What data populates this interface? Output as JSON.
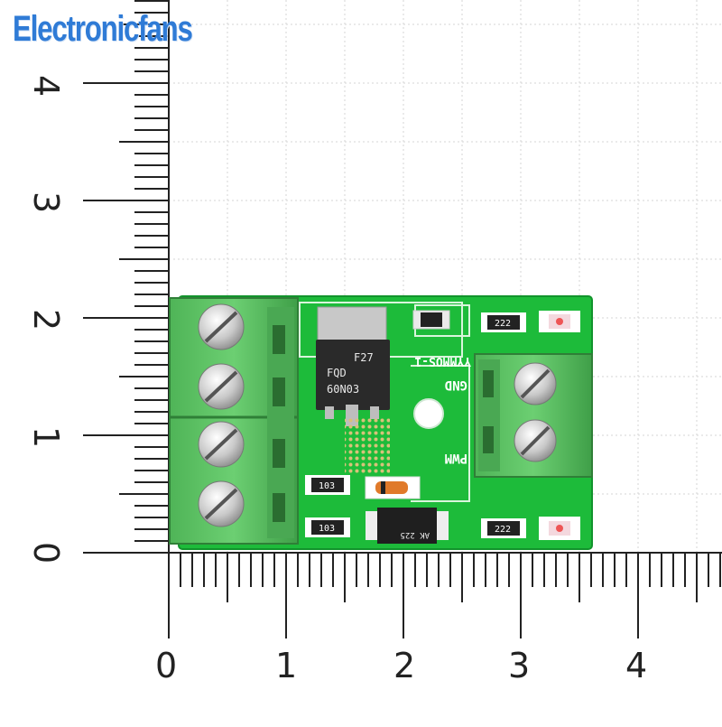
{
  "brand": {
    "name": "Electronicfans"
  },
  "ruler": {
    "x_labels": [
      "0",
      "1",
      "2",
      "3",
      "4"
    ],
    "y_labels": [
      "0",
      "1",
      "2",
      "3",
      "4"
    ]
  },
  "board": {
    "label_model": "YYMMOS-1",
    "label_gnd": "GND",
    "label_pwm": "PWM",
    "mosfet_line1": "F27",
    "mosfet_line2": "FQD",
    "mosfet_line3": "60N03",
    "resistor_1": "222",
    "resistor_2": "222",
    "resistor_3": "103",
    "resistor_4": "103",
    "optocoupler": "AK 225"
  },
  "colors": {
    "pcb": "#1dbb3a",
    "terminal": "#5fc466",
    "brand": "#2f7bd6"
  }
}
